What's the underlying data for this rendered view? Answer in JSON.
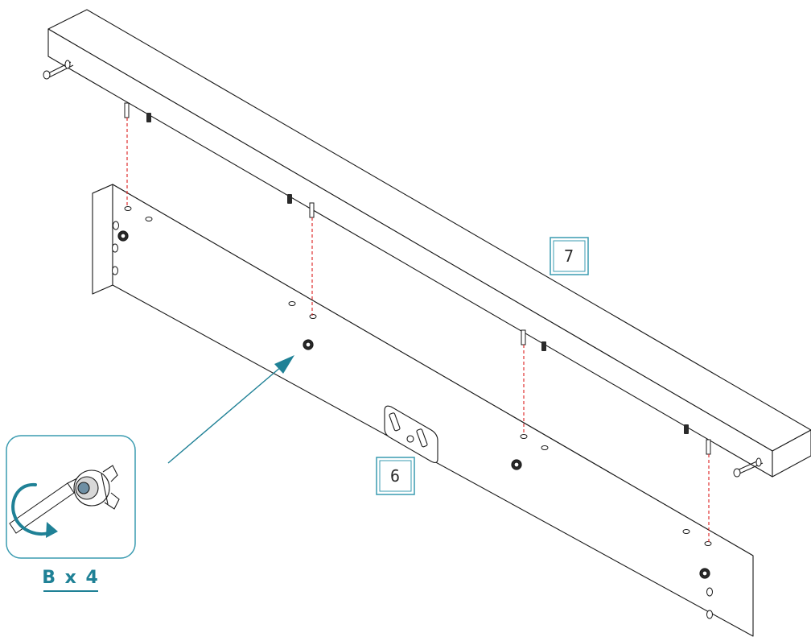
{
  "parts": {
    "upper_rail": {
      "label": "7"
    },
    "lower_rail": {
      "label": "6"
    }
  },
  "callout": {
    "fastener_quantity": "B x 4",
    "icons": [
      "screwdriver-icon",
      "cam-lock-icon",
      "rotate-clockwise-arrow-icon"
    ]
  },
  "colors": {
    "line": "#1a1a1a",
    "accent": "#1f8196",
    "guide": "#e03030",
    "label_box": "#3a9bb0"
  }
}
